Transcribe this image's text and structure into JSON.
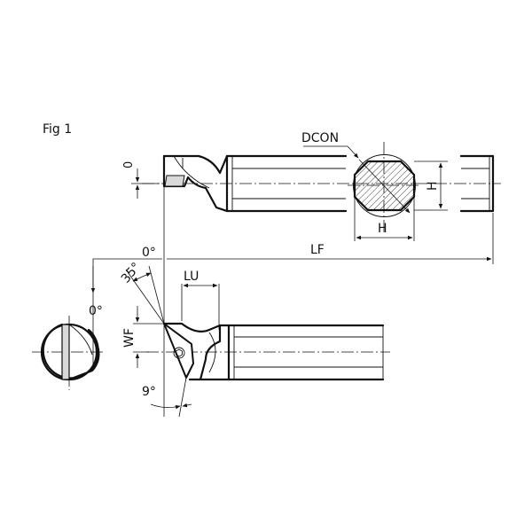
{
  "figure": {
    "label": "Fig 1"
  },
  "dimensions": {
    "dcon": "DCON",
    "h_vertical": "H",
    "h_horizontal": "H",
    "lf": "LF",
    "lu": "LU",
    "wf": "WF",
    "angle_35": "35°",
    "angle_9": "9°",
    "angle_0_top": "0°",
    "angle_0_left": "0°",
    "zero_side": "0"
  },
  "colors": {
    "line": "#111111",
    "hatch": "#111111",
    "insert_fill": "#d9d9d9"
  }
}
